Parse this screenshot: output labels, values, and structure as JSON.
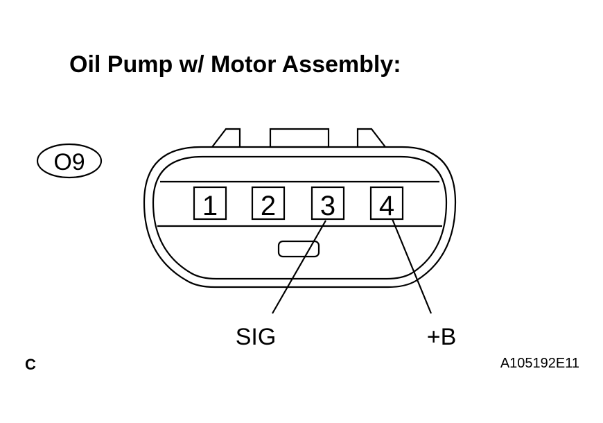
{
  "title": "Oil Pump w/ Motor Assembly:",
  "connector_code": "O9",
  "pins": [
    "1",
    "2",
    "3",
    "4"
  ],
  "wire_labels": {
    "sig": "SIG",
    "plus_b": "+B"
  },
  "corner_letter": "C",
  "figure_id": "A105192E11"
}
